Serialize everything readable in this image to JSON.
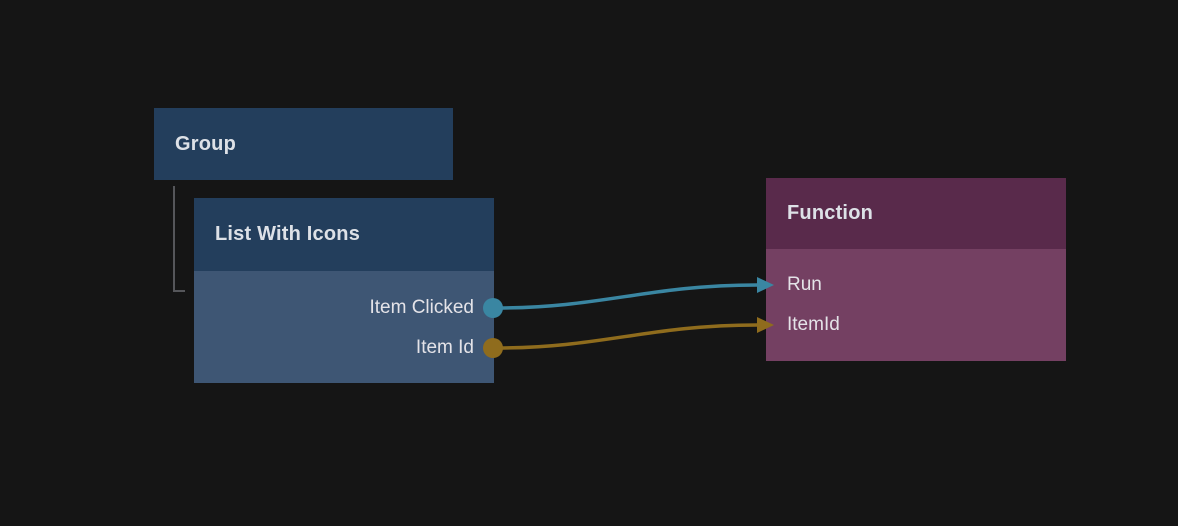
{
  "graph": {
    "background": "#151515",
    "tree_connector_color": "#55565a"
  },
  "nodes": {
    "group": {
      "title": "Group",
      "header_color": "#233e5c"
    },
    "list_with_icons": {
      "title": "List With Icons",
      "header_color": "#233e5c",
      "body_color": "#3e5674",
      "outputs": [
        {
          "label": "Item Clicked",
          "port_color": "#3a86a2"
        },
        {
          "label": "Item Id",
          "port_color": "#8f6c1d"
        }
      ]
    },
    "function": {
      "title": "Function",
      "header_color": "#592a4b",
      "body_color": "#744062",
      "inputs": [
        {
          "label": "Run",
          "port_color": "#3a86a2"
        },
        {
          "label": "ItemId",
          "port_color": "#8f6c1d"
        }
      ]
    }
  },
  "connections": [
    {
      "from_node": "List With Icons",
      "from_port": "Item Clicked",
      "to_node": "Function",
      "to_port": "Run",
      "color": "#3a86a2"
    },
    {
      "from_node": "List With Icons",
      "from_port": "Item Id",
      "to_node": "Function",
      "to_port": "ItemId",
      "color": "#8f6c1d"
    }
  ]
}
